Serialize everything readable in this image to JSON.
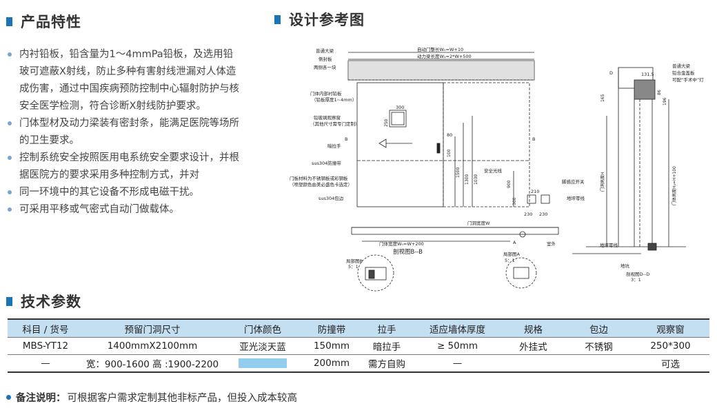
{
  "sections": {
    "features_title": "产品特性",
    "design_title": "设计参考图",
    "params_title": "技术参数"
  },
  "features": [
    "内衬铅板，铅含量为1～4mmPa铅板，及选用铅玻可遮蔽X射线，防止多种有害射线泄漏对人体造成伤害，通过中国疾病预防控制中心辐射防护与核安全医学检测，符合诊断X射线防护要求。",
    "门体型材及动力梁装有密封条，能满足医院等场所的卫生要求。",
    "控制系统安全按照医用电系统安全要求设计，并根据医院方的要求采用多种控制方式，并对",
    "同一环境中的其它设备不形成电磁干扰。",
    "可采用平移或气密式自动门做载体。"
  ],
  "drawing": {
    "labels": {
      "beam": "普通大梁",
      "side_plate": "侧封板",
      "side_block": "两侧各一块",
      "lead_lining_1": "门体内部衬铅板",
      "lead_lining_2": "（铅板厚度1~4mm）",
      "window_1": "铅玻璃观察窗",
      "window_2": "（其他尺寸需专门定制）",
      "handle": "暗拉手",
      "bumper": "sus304防撞带",
      "panel_1": "门板材料为不锈钢板或彩钢板",
      "panel_2": "（喷塑颜色由美必盛色卡选定）",
      "edge": "sus304包边",
      "safety_beam": "安全光线",
      "foot_switch": "脚感应开关",
      "floor_line": "地坪零线",
      "door_w": "自动门整长W₀=W+10",
      "beam_len": "动力梁长度W₁=2*W+500",
      "opening_w": "门洞宽度W",
      "frame_w": "门体宽度W₀=W+200",
      "section_bb": "剖视图B--B",
      "detail_a": "局部图A",
      "detail_a_scale": "5：1",
      "detail_b": "局部图B",
      "detail_b_scale": "5：1",
      "outdoor": "室外",
      "beam_r": "普通大梁",
      "lead_box": "铅合金盖板",
      "config": "可配“手术中”灯",
      "door_h": "门洞高度H",
      "frame_h": "门体高度H₀=H+100",
      "floor_r": "地坪零线",
      "ground": "地坑",
      "section_dd": "剖视图D--D",
      "section_dd_scale": "3：1",
      "B": "B",
      "A": "A",
      "D": "D",
      "dim_300": "300",
      "dim_250": "250",
      "dim_80": "80",
      "dim_100": "100",
      "dim_1500": "1500",
      "dim_1300": "1300",
      "dim_1030": "1030",
      "dim_900": "900",
      "dim_300b": "300",
      "dim_230a": "230",
      "dim_230b": "230",
      "dim_210": "210",
      "dim_131": "131.5",
      "dim_165": "165",
      "dim_86": "86",
      "dim_196": "196"
    }
  },
  "table": {
    "headers": [
      "科目 / 货号",
      "预留门洞尺寸",
      "门体颜色",
      "防撞带",
      "拉手",
      "适应墙体厚度",
      "规格",
      "包边",
      "观察窗"
    ],
    "row1": [
      "MBS-YT12",
      "1400mmX2100mm",
      "亚光淡天蓝",
      "150mm",
      "暗拉手",
      "≥ 50mm",
      "外挂式",
      "不锈钢",
      "250*300"
    ],
    "row2": [
      "—",
      "宽：900-1600  高 :1900-2200",
      "",
      "200mm",
      "需方自购",
      "—",
      "",
      "",
      "可选"
    ],
    "swatch_color": "#92cdee"
  },
  "note": {
    "label": "备注说明：",
    "text": "可根据客户需求定制其他非标产品，但投入成本较高"
  }
}
